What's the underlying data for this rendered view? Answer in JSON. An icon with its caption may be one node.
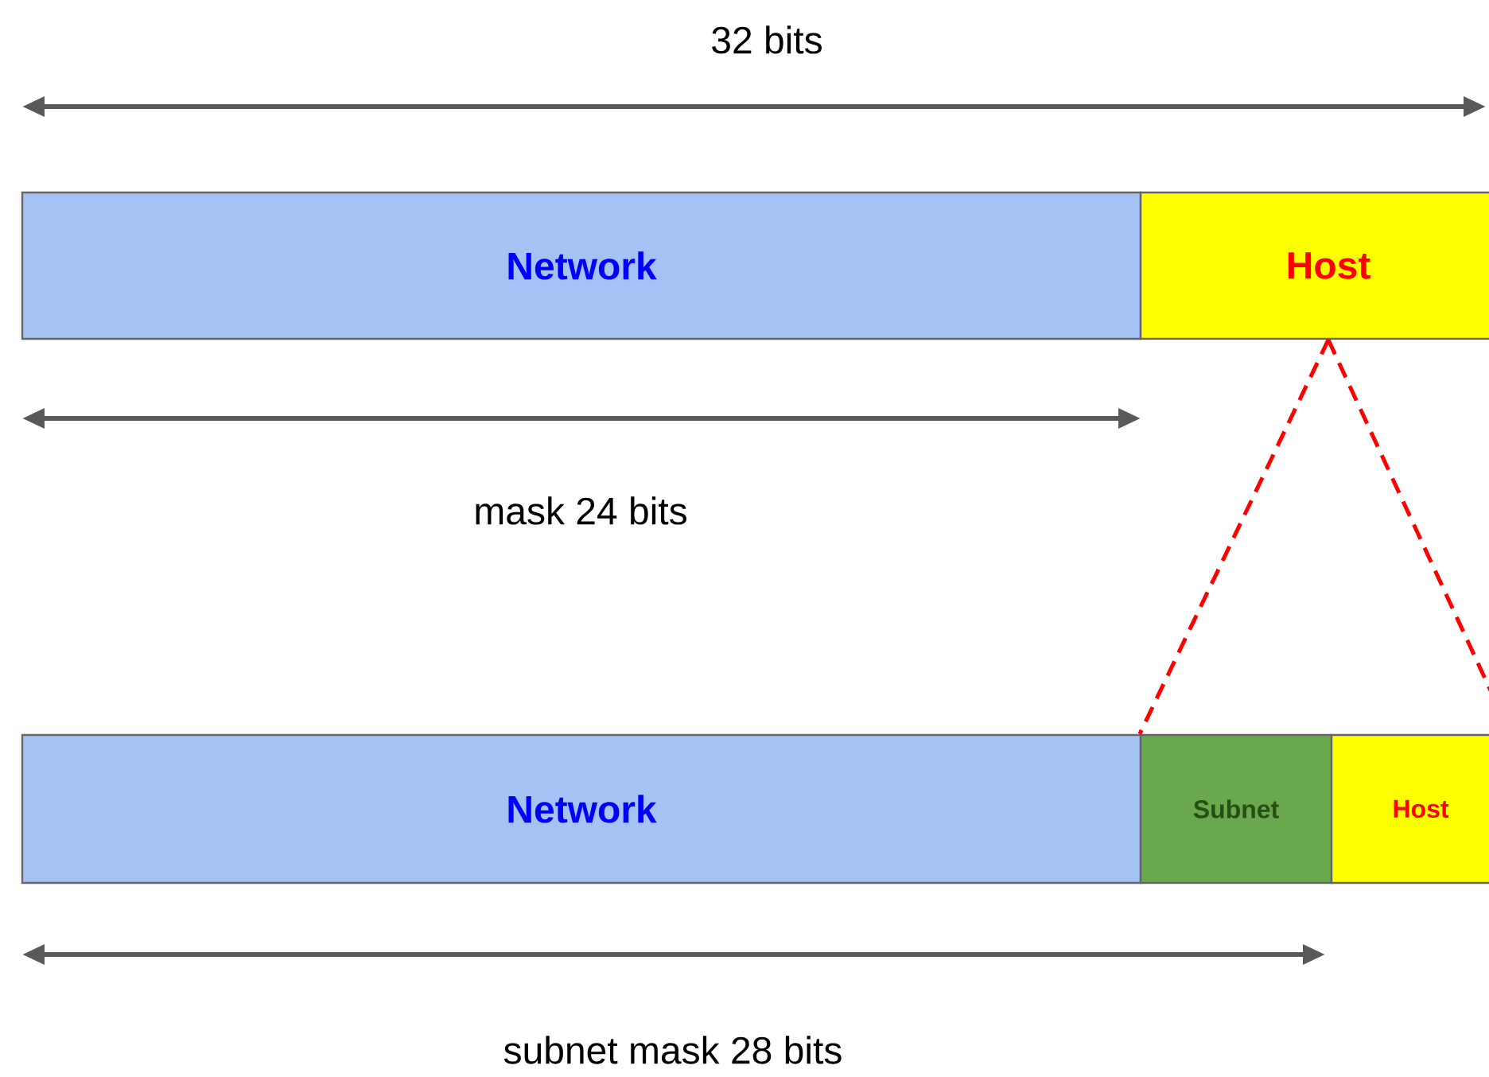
{
  "diagram": {
    "nodes": [
      {
        "text": [
          "Network"
        ]
      },
      {
        "text": [
          "Host"
        ]
      },
      {
        "text": [
          "Network"
        ]
      },
      {
        "text": [
          "Subnet"
        ]
      },
      {
        "text": [
          "Host"
        ]
      }
    ],
    "edges": [
      {
        "from": 1,
        "to": 3,
        "arrow": "none",
        "style": "dashed",
        "color": "#ff0000"
      },
      {
        "from": 1,
        "to": 4,
        "arrow": "none",
        "style": "dashed",
        "color": "#ff0000"
      }
    ],
    "labels": [
      "32 bits",
      "mask 24 bits",
      "subnet mask 28 bits"
    ]
  }
}
